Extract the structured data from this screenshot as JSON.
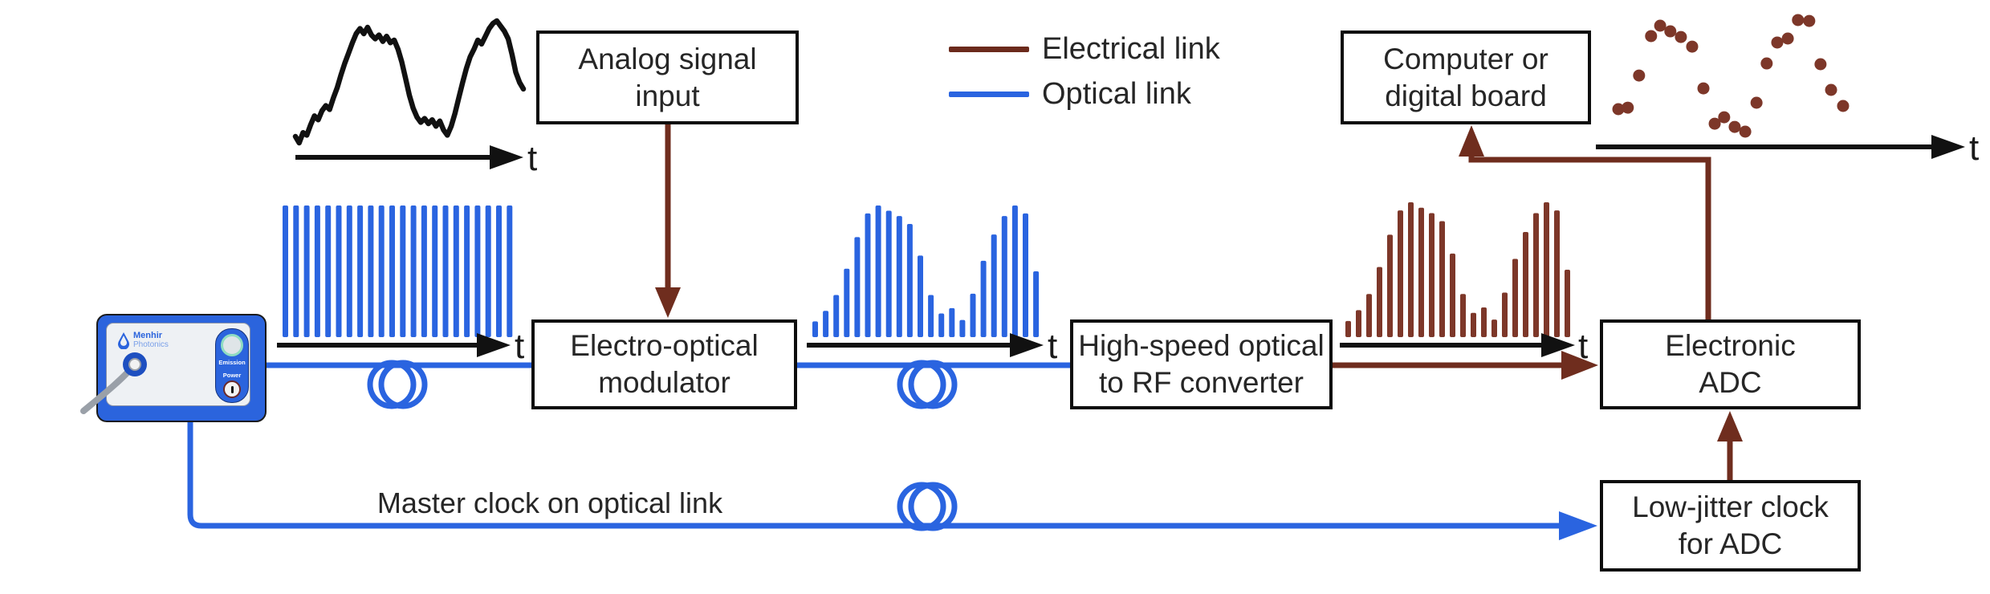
{
  "legend": {
    "items": [
      {
        "label": "Electrical link",
        "color": "#6b2a1c"
      },
      {
        "label": "Optical link",
        "color": "#2a64e0"
      }
    ]
  },
  "nodes": {
    "analog_input": "Analog signal\ninput",
    "computer": "Computer or\ndigital board",
    "modulator": "Electro-optical\nmodulator",
    "rf_converter": "High-speed optical\nto RF converter",
    "adc": "Electronic\nADC",
    "clock": "Low-jitter clock\nfor ADC"
  },
  "labels": {
    "master_clock": "Master clock on optical link",
    "time_axis": "t"
  },
  "device": {
    "brand_line1": "Menhir",
    "brand_line2": "Photonics",
    "emission": "Emission",
    "power": "Power"
  },
  "colors": {
    "optical": "#2a64e0",
    "electrical": "#6f2d1e",
    "electrical_pulse": "#7d3729",
    "axis": "#111111",
    "box_border": "#0d0d0d",
    "text": "#262626",
    "device_blue": "#2b64dd",
    "device_panel": "#eef1f4",
    "port_blue": "#1d4fc0",
    "emission_ring": "#8fdcc2",
    "key_ring": "#6b2a2a",
    "cable_gray": "#9aa0a8"
  },
  "plots": {
    "analog_wave": {
      "type": "line",
      "values": [
        0.1,
        0.05,
        0.13,
        0.11,
        0.19,
        0.26,
        0.23,
        0.3,
        0.34,
        0.31,
        0.4,
        0.48,
        0.58,
        0.67,
        0.75,
        0.83,
        0.9,
        0.94,
        0.9,
        0.95,
        0.89,
        0.86,
        0.89,
        0.84,
        0.88,
        0.83,
        0.85,
        0.78,
        0.68,
        0.55,
        0.42,
        0.32,
        0.25,
        0.21,
        0.24,
        0.2,
        0.23,
        0.18,
        0.22,
        0.15,
        0.11,
        0.18,
        0.28,
        0.4,
        0.52,
        0.63,
        0.72,
        0.78,
        0.85,
        0.82,
        0.88,
        0.94,
        0.98,
        1.0,
        0.96,
        0.92,
        0.86,
        0.74,
        0.6,
        0.52,
        0.47
      ]
    },
    "laser_pulse_comb": {
      "type": "bar",
      "count": 22,
      "uniform_height": 1
    },
    "modulated_optical_pulses": {
      "type": "bar",
      "values": [
        0.12,
        0.2,
        0.32,
        0.52,
        0.76,
        0.94,
        1.0,
        0.96,
        0.92,
        0.86,
        0.62,
        0.32,
        0.18,
        0.22,
        0.13,
        0.33,
        0.58,
        0.78,
        0.92,
        1.0,
        0.94,
        0.5
      ]
    },
    "modulated_electrical_pulses": {
      "type": "bar",
      "values": [
        0.12,
        0.2,
        0.32,
        0.52,
        0.76,
        0.94,
        1.0,
        0.96,
        0.92,
        0.86,
        0.62,
        0.32,
        0.18,
        0.22,
        0.13,
        0.33,
        0.58,
        0.78,
        0.92,
        1.0,
        0.94,
        0.5
      ]
    },
    "digital_samples": {
      "type": "scatter",
      "points": [
        [
          0.053,
          0.725
        ],
        [
          0.079,
          0.713
        ],
        [
          0.11,
          0.463
        ],
        [
          0.143,
          0.156
        ],
        [
          0.168,
          0.075
        ],
        [
          0.196,
          0.119
        ],
        [
          0.225,
          0.163
        ],
        [
          0.256,
          0.238
        ],
        [
          0.287,
          0.563
        ],
        [
          0.318,
          0.838
        ],
        [
          0.344,
          0.788
        ],
        [
          0.373,
          0.863
        ],
        [
          0.402,
          0.9
        ],
        [
          0.433,
          0.675
        ],
        [
          0.461,
          0.369
        ],
        [
          0.49,
          0.206
        ],
        [
          0.519,
          0.175
        ],
        [
          0.547,
          0.031
        ],
        [
          0.578,
          0.038
        ],
        [
          0.609,
          0.375
        ],
        [
          0.638,
          0.575
        ],
        [
          0.671,
          0.7
        ]
      ]
    }
  }
}
